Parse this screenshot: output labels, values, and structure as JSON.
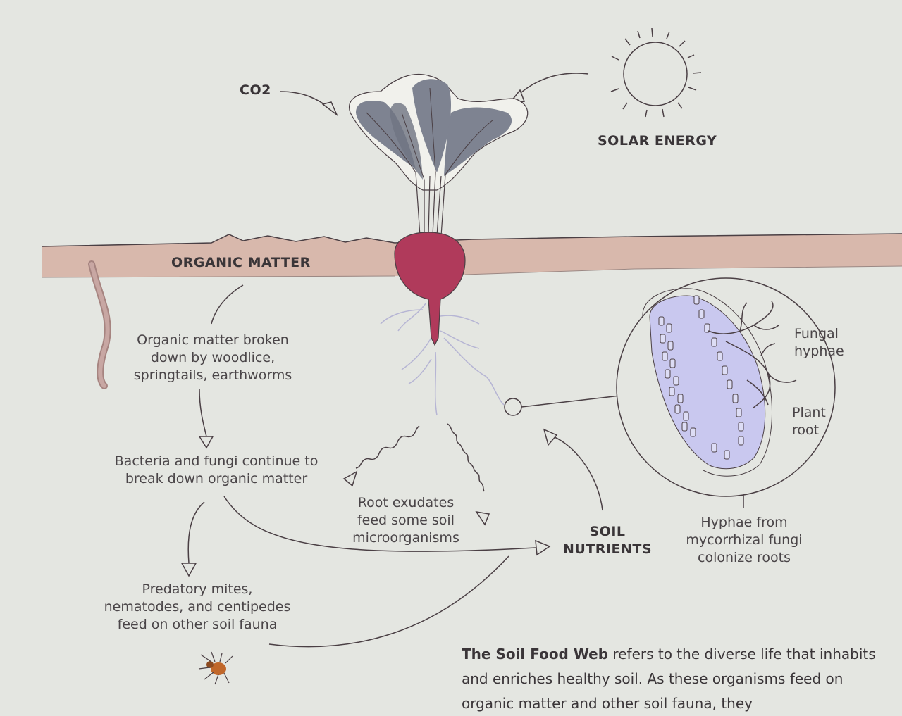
{
  "labels": {
    "co2": "CO2",
    "solar_energy": "SOLAR ENERGY",
    "organic_matter": "ORGANIC MATTER",
    "soil_nutrients": "SOIL\nNUTRIENTS"
  },
  "notes": {
    "broken_down": "Organic matter broken\ndown by woodlice,\nspringtails, earthworms",
    "bacteria": "Bacteria and fungi continue to\nbreak down organic matter",
    "predators": "Predatory mites,\nnematodes, and centipedes\nfeed on other soil fauna",
    "exudates": "Root exudates\nfeed some soil\nmicroorganisms",
    "hyphae_colonize": "Hyphae from\nmycorrhizal fungi\ncolonize roots",
    "fungal_hyphae": "Fungal\nhyphae",
    "plant_root": "Plant\nroot"
  },
  "paragraph": {
    "bold": "The Soil Food Web",
    "text": " refers to the diverse life that inhabits and enriches healthy soil. As these organisms feed on organic matter and other soil fauna, they"
  },
  "colors": {
    "leaf": "#7e8391",
    "beet": "#b03a5b",
    "soil_band": "#d8b8ac",
    "line": "#4a3f44",
    "root_hair": "#b6b5d4",
    "root_cell": "#c9c8ef",
    "mite": "#c0672a"
  }
}
